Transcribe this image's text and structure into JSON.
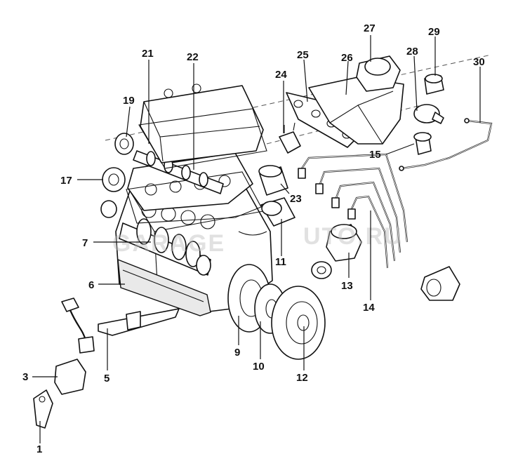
{
  "watermark": {
    "left": "GARAGE",
    "right": "UTO.RU"
  },
  "callouts": [
    {
      "id": "1",
      "label": "1"
    },
    {
      "id": "3",
      "label": "3"
    },
    {
      "id": "5",
      "label": "5"
    },
    {
      "id": "6",
      "label": "6"
    },
    {
      "id": "7",
      "label": "7"
    },
    {
      "id": "9",
      "label": "9"
    },
    {
      "id": "10",
      "label": "10"
    },
    {
      "id": "11",
      "label": "11"
    },
    {
      "id": "12",
      "label": "12"
    },
    {
      "id": "13",
      "label": "13"
    },
    {
      "id": "14",
      "label": "14"
    },
    {
      "id": "15",
      "label": "15"
    },
    {
      "id": "17",
      "label": "17"
    },
    {
      "id": "19",
      "label": "19"
    },
    {
      "id": "21",
      "label": "21"
    },
    {
      "id": "22",
      "label": "22"
    },
    {
      "id": "23",
      "label": "23"
    },
    {
      "id": "24",
      "label": "24"
    },
    {
      "id": "25",
      "label": "25"
    },
    {
      "id": "26",
      "label": "26"
    },
    {
      "id": "27",
      "label": "27"
    },
    {
      "id": "28",
      "label": "28"
    },
    {
      "id": "29",
      "label": "29"
    },
    {
      "id": "30",
      "label": "30"
    }
  ]
}
